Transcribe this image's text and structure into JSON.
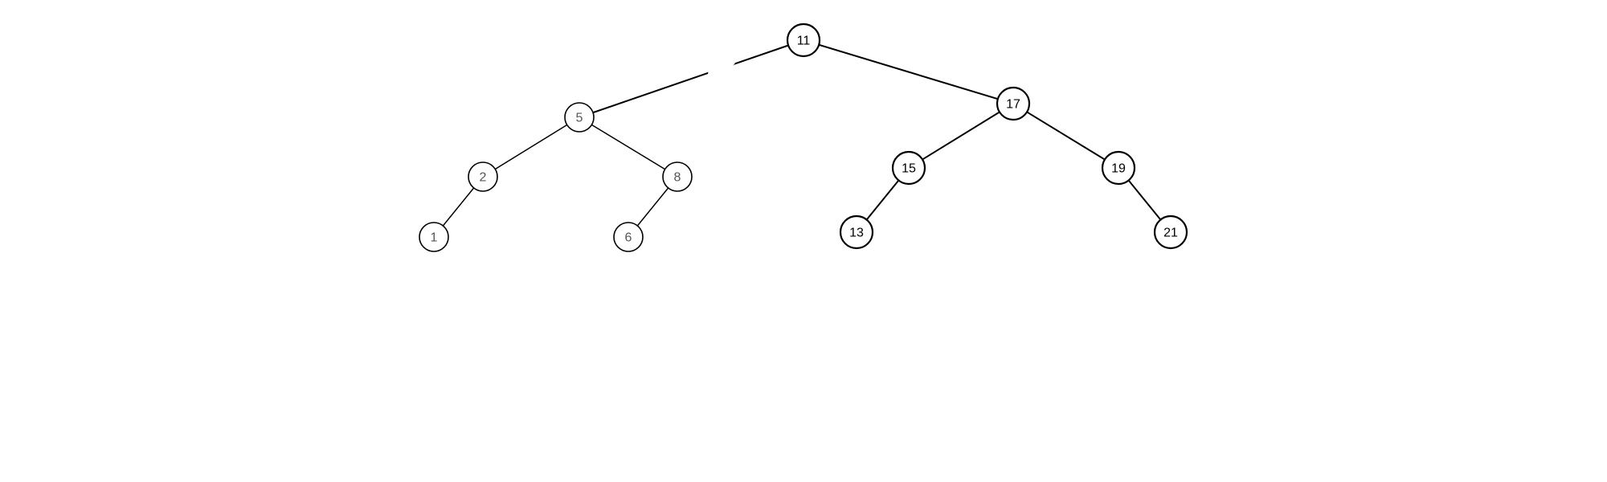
{
  "diagram": {
    "type": "binary-tree",
    "colors": {
      "background": "#ffffff",
      "stroke": "#000000",
      "left_subtree_text": "#555555",
      "right_subtree_text": "#000000"
    },
    "root": "n11",
    "nodes": [
      {
        "id": "n11",
        "label": "11",
        "side": "root"
      },
      {
        "id": "n5",
        "label": "5",
        "side": "left"
      },
      {
        "id": "n17",
        "label": "17",
        "side": "right"
      },
      {
        "id": "n2",
        "label": "2",
        "side": "left"
      },
      {
        "id": "n8",
        "label": "8",
        "side": "left"
      },
      {
        "id": "n15",
        "label": "15",
        "side": "right"
      },
      {
        "id": "n19",
        "label": "19",
        "side": "right"
      },
      {
        "id": "n1",
        "label": "1",
        "side": "left"
      },
      {
        "id": "n6",
        "label": "6",
        "side": "left"
      },
      {
        "id": "n13",
        "label": "13",
        "side": "right"
      },
      {
        "id": "n21",
        "label": "21",
        "side": "right"
      }
    ],
    "edges": [
      {
        "from": "n11",
        "to": "n5"
      },
      {
        "from": "n11",
        "to": "n17"
      },
      {
        "from": "n5",
        "to": "n2"
      },
      {
        "from": "n5",
        "to": "n8"
      },
      {
        "from": "n2",
        "to": "n1"
      },
      {
        "from": "n8",
        "to": "n6"
      },
      {
        "from": "n17",
        "to": "n15"
      },
      {
        "from": "n17",
        "to": "n19"
      },
      {
        "from": "n15",
        "to": "n13"
      },
      {
        "from": "n19",
        "to": "n21"
      }
    ]
  }
}
